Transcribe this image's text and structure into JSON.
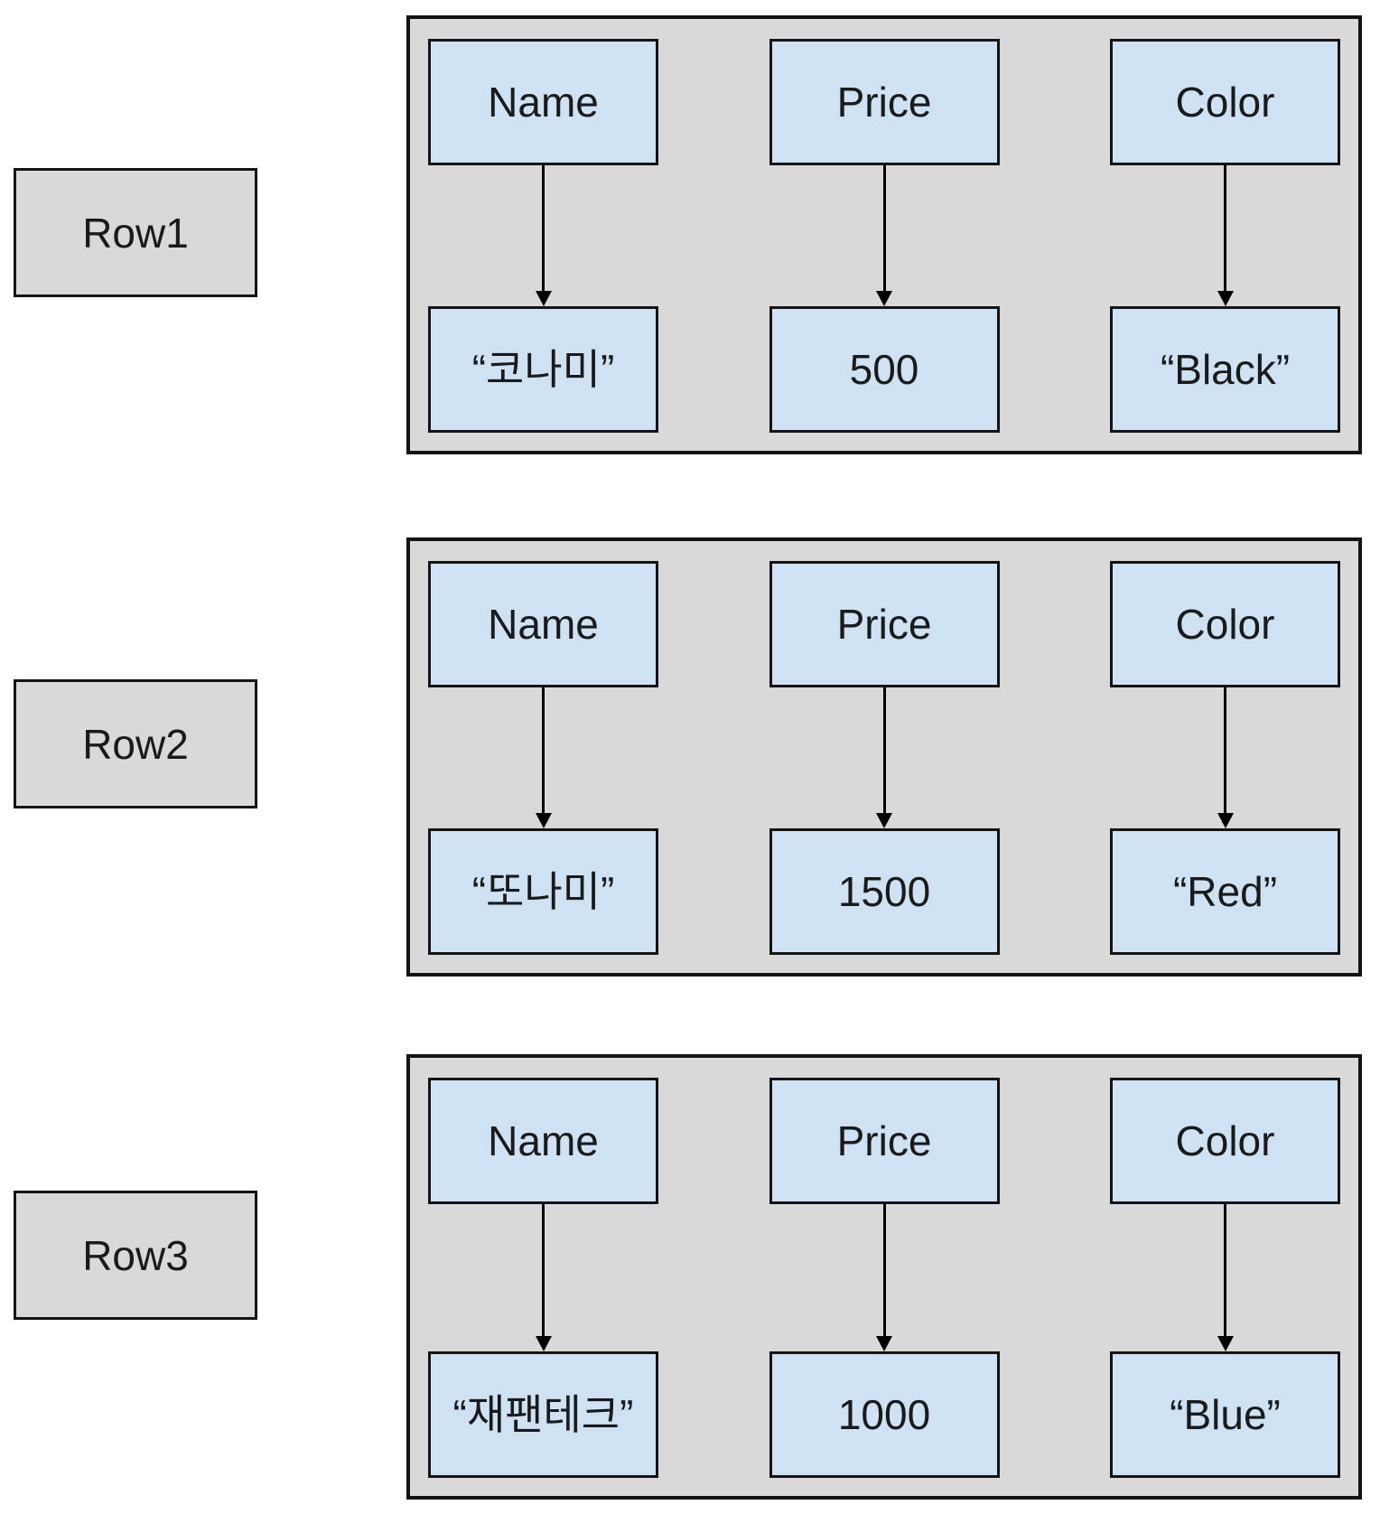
{
  "diagram": {
    "columns": [
      "Name",
      "Price",
      "Color"
    ],
    "rows": [
      {
        "label": "Row1",
        "values": [
          "“코나미”",
          "500",
          "“Black”"
        ]
      },
      {
        "label": "Row2",
        "values": [
          "“또나미”",
          "1500",
          "“Red”"
        ]
      },
      {
        "label": "Row3",
        "values": [
          "“재팬테크”",
          "1000",
          "“Blue”"
        ]
      }
    ],
    "colors": {
      "container_fill": "#d9d9d9",
      "label_fill": "#d9d9d9",
      "field_fill": "#cfe2f3",
      "border": "#000000",
      "arrow": "#000000",
      "text": "#1a1a1a"
    }
  }
}
